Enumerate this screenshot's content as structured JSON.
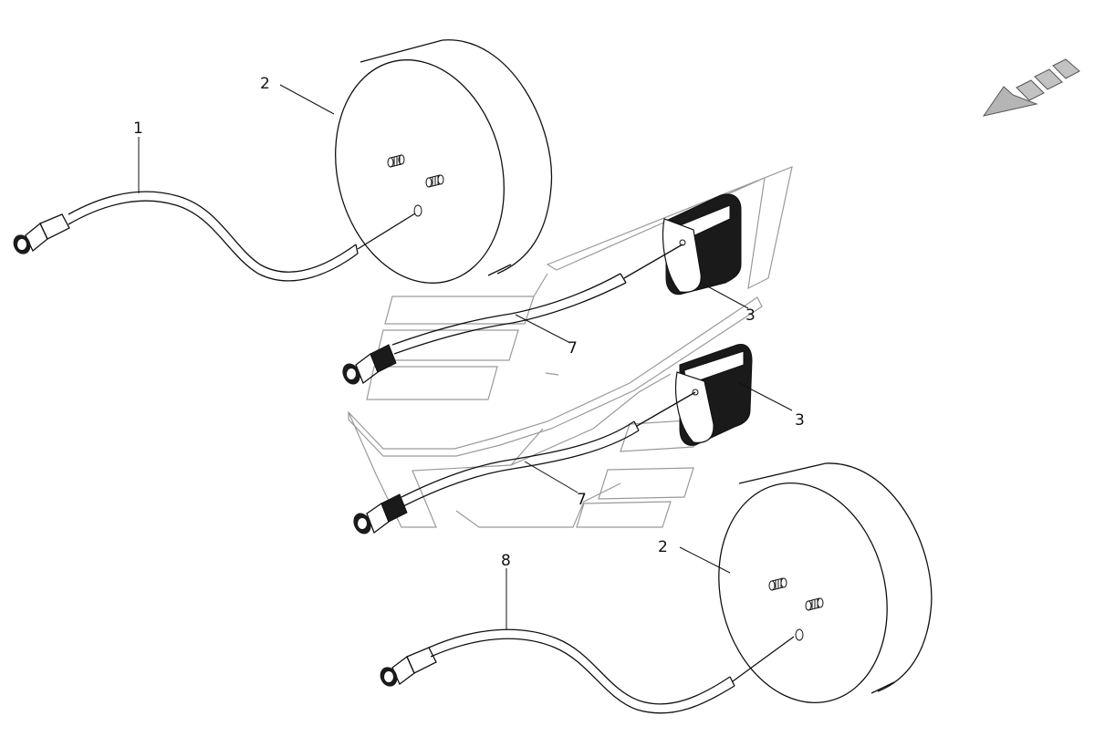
{
  "callouts": {
    "c1": "1",
    "c2a": "2",
    "c2b": "2",
    "c3a": "3",
    "c3b": "3",
    "c7a": "7",
    "c7b": "7",
    "c8": "8"
  },
  "colors": {
    "line": "#111111",
    "ghost_outline": "#9a9a9a",
    "arrow_fill": "#b5b5b5",
    "lamp_fill": "#1a1a1a"
  },
  "icons": {
    "direction_arrow": "direction-arrow-icon"
  }
}
